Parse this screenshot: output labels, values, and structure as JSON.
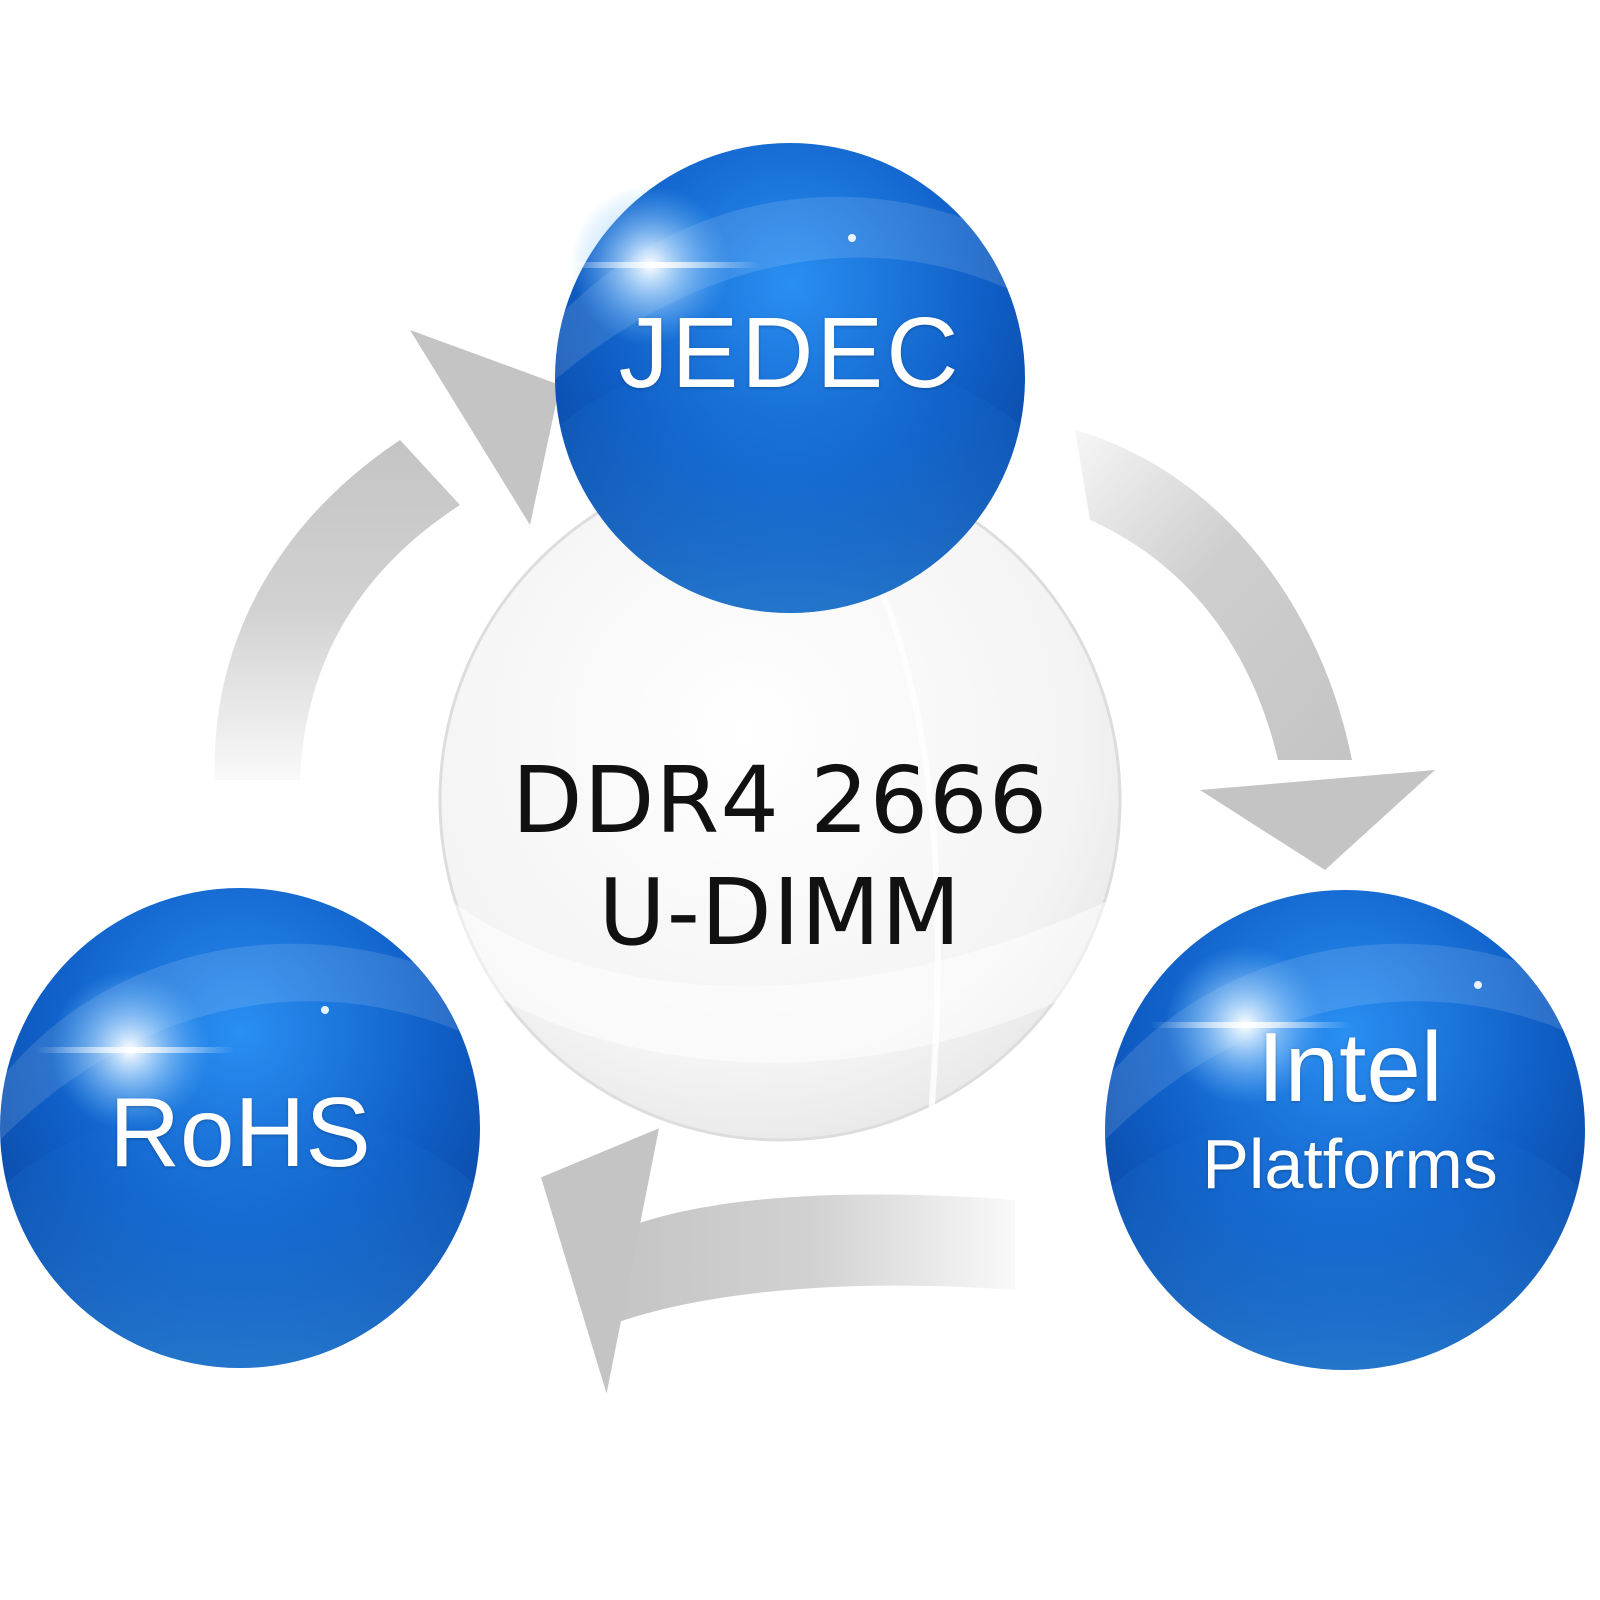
{
  "center": {
    "line1": "DDR4 2666",
    "line2": "U-DIMM"
  },
  "nodes": {
    "top": {
      "label": "JEDEC"
    },
    "left": {
      "label": "RoHS"
    },
    "right": {
      "line1": "Intel",
      "line2": "Platforms"
    }
  },
  "colors": {
    "node_blue_dark": "#0a4fb3",
    "node_blue_light": "#38a9ff",
    "arrow_gray": "#c8c8c8",
    "center_fill": "#f3f3f3",
    "text_dark": "#111111",
    "text_light": "#ffffff"
  }
}
